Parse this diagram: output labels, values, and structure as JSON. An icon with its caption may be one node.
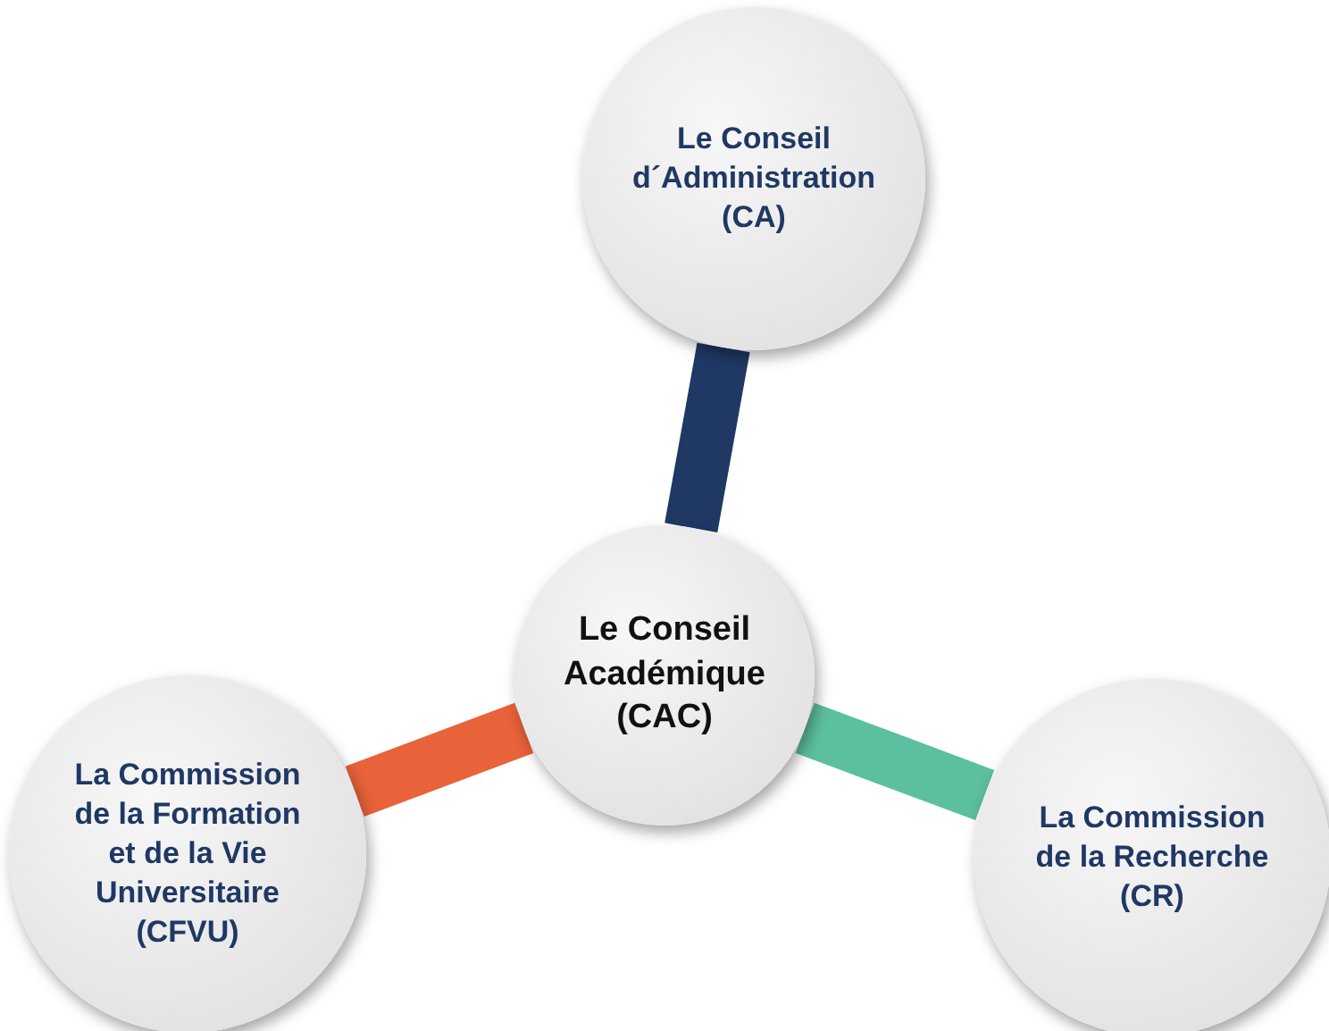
{
  "diagram": {
    "nodes": [
      {
        "text": [
          "Le Conseil d´Administration (CA)"
        ]
      },
      {
        "text": [
          "Le Conseil Académique (CAC)"
        ]
      },
      {
        "text": [
          "La Commission de la Formation et de la Vie Universitaire (CFVU)"
        ]
      },
      {
        "text": [
          "La Commission de la Recherche (CR)"
        ]
      }
    ],
    "edges": [
      {
        "from": 0,
        "to": 1,
        "arrow": "none",
        "color": "#1f3864"
      },
      {
        "from": 1,
        "to": 2,
        "arrow": "none",
        "color": "#e8623a"
      },
      {
        "from": 1,
        "to": 3,
        "arrow": "none",
        "color": "#5cbf9f"
      }
    ]
  }
}
